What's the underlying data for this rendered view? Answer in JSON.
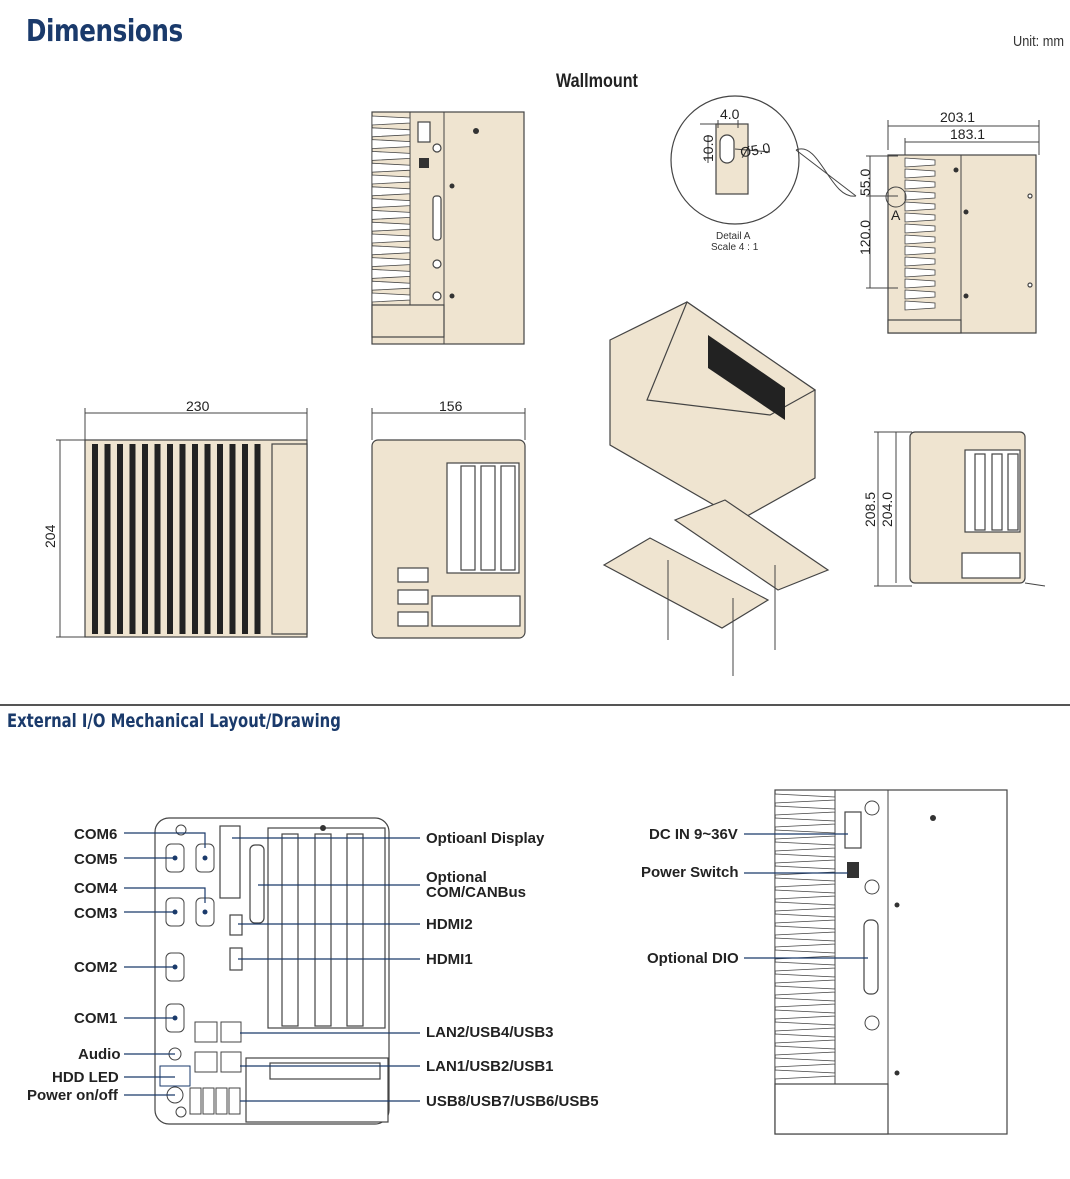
{
  "header": {
    "title": "Dimensions",
    "unit": "Unit: mm",
    "subtitle": "Wallmount"
  },
  "dimensions": {
    "top_width": "203.1",
    "inner_width": "183.1",
    "v1": "55.0",
    "v2": "120.0",
    "detail_h": "10.0",
    "detail_w": "4.0",
    "detail_dia": "Ø5.0",
    "detail_mark": "A",
    "detail_caption_1": "Detail A",
    "detail_caption_2": "Scale 4 : 1",
    "front_width": "230",
    "front_height": "204",
    "side_width": "156",
    "right_h1": "208.5",
    "right_h2": "204.0"
  },
  "section2": {
    "title": "External I/O Mechanical Layout/Drawing"
  },
  "left_labels": [
    "COM6",
    "COM5",
    "COM4",
    "COM3",
    "COM2",
    "COM1",
    "Audio",
    "HDD LED",
    "Power on/off"
  ],
  "right_labels": [
    "Optioanl Display",
    "Optional",
    "COM/CANBus",
    "HDMI2",
    "HDMI1",
    "LAN2/USB4/USB3",
    "LAN1/USB2/USB1",
    "USB8/USB7/USB6/USB5"
  ],
  "side_labels": [
    "DC IN 9~36V",
    "Power Switch",
    "Optional DIO"
  ],
  "colors": {
    "heading": "#1a3a6b",
    "body_fill": "#efe4d0",
    "callout": "#1a3a6b"
  }
}
